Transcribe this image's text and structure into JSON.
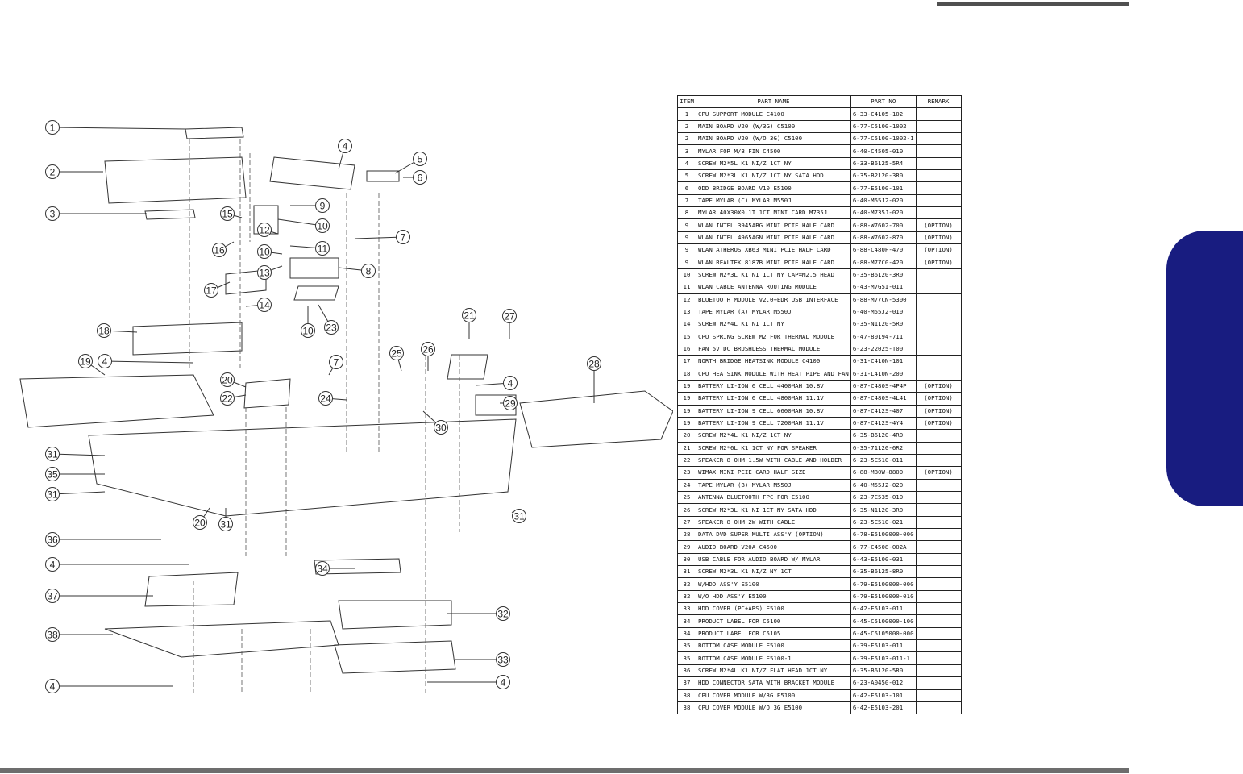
{
  "table": {
    "headers": [
      "ITEM",
      "PART  NAME",
      "PART  NO",
      "REMARK"
    ],
    "rows": [
      [
        "1",
        "CPU SUPPORT MODULE C4100",
        "6-33-C4105-102",
        ""
      ],
      [
        "2",
        "MAIN BOARD V20 (W/3G) C5100",
        "6-77-C5100-1002",
        ""
      ],
      [
        "2",
        "MAIN BOARD V20 (W/O 3G) C5100",
        "6-77-C5100-1002-1",
        ""
      ],
      [
        "3",
        "MYLAR FOR M/B FIN C4500",
        "6-40-C4505-010",
        ""
      ],
      [
        "4",
        "SCREW M2*5L K1 NI/Z 1CT NY",
        "6-33-B6125-5R4",
        ""
      ],
      [
        "5",
        "SCREW M2*3L K1 NI/Z 1CT NY SATA HDD",
        "6-35-B2120-3R0",
        ""
      ],
      [
        "6",
        "ODD BRIDGE BOARD V10 E5100",
        "6-77-E5100-101",
        ""
      ],
      [
        "7",
        "TAPE MYLAR (C) MYLAR M550J",
        "6-40-M55J2-020",
        ""
      ],
      [
        "8",
        "MYLAR 40X30X0.1T 1CT MINI CARD M735J",
        "6-40-M735J-020",
        ""
      ],
      [
        "9",
        "WLAN INTEL 3945ABG MINI PCIE HALF CARD",
        "6-88-W7602-700",
        "(OPTION)"
      ],
      [
        "9",
        "WLAN INTEL 4965AGN MINI PCIE HALF CARD",
        "6-88-W7602-870",
        "(OPTION)"
      ],
      [
        "9",
        "WLAN ATHEROS XB63 MINI PCIE HALF CARD",
        "6-88-C480P-470",
        "(OPTION)"
      ],
      [
        "9",
        "WLAN REALTEK 8187B MINI PCIE HALF CARD",
        "6-88-M77C0-420",
        "(OPTION)"
      ],
      [
        "10",
        "SCREW M2*3L K1 NI 1CT NY CAP=M2.5 HEAD",
        "6-35-B6120-3R0",
        ""
      ],
      [
        "11",
        "WLAN CABLE ANTENNA ROUTING MODULE",
        "6-43-M7G5I-011",
        ""
      ],
      [
        "12",
        "BLUETOOTH MODULE V2.0+EDR USB INTERFACE",
        "6-88-M77CN-5300",
        ""
      ],
      [
        "13",
        "TAPE MYLAR (A) MYLAR M550J",
        "6-40-M55J2-010",
        ""
      ],
      [
        "14",
        "SCREW M2*4L K1 NI 1CT NY",
        "6-35-N1120-5R0",
        ""
      ],
      [
        "15",
        "CPU SPRING SCREW M2 FOR THERMAL MODULE",
        "6-47-80194-711",
        ""
      ],
      [
        "16",
        "FAN 5V DC BRUSHLESS THERMAL MODULE",
        "6-23-22025-T00",
        ""
      ],
      [
        "17",
        "NORTH BRIDGE HEATSINK MODULE C4100",
        "6-31-C410N-101",
        ""
      ],
      [
        "18",
        "CPU HEATSINK MODULE WITH HEAT PIPE AND FAN",
        "6-31-L410N-200",
        ""
      ],
      [
        "19",
        "BATTERY LI-ION 6 CELL 4400MAH 10.8V",
        "6-87-C480S-4P4P",
        "(OPTION)"
      ],
      [
        "19",
        "BATTERY LI-ION 6 CELL 4800MAH 11.1V",
        "6-87-C480S-4L41",
        "(OPTION)"
      ],
      [
        "19",
        "BATTERY LI-ION 9 CELL 6600MAH 10.8V",
        "6-87-C412S-407",
        "(OPTION)"
      ],
      [
        "19",
        "BATTERY LI-ION 9 CELL 7200MAH 11.1V",
        "6-87-C412S-4Y4",
        "(OPTION)"
      ],
      [
        "20",
        "SCREW M2*4L K1 NI/Z 1CT NY",
        "6-35-B6120-4R0",
        ""
      ],
      [
        "21",
        "SCREW M2*6L K1 1CT NY FOR SPEAKER",
        "6-35-71120-6R2",
        ""
      ],
      [
        "22",
        "SPEAKER 8 OHM 1.5W WITH CABLE AND HOLDER",
        "6-23-5E510-011",
        ""
      ],
      [
        "23",
        "WIMAX MINI PCIE CARD HALF SIZE",
        "6-88-M80W-8800",
        "(OPTION)"
      ],
      [
        "24",
        "TAPE MYLAR (B) MYLAR M550J",
        "6-40-M55J2-020",
        ""
      ],
      [
        "25",
        "ANTENNA BLUETOOTH FPC FOR E5100",
        "6-23-7C535-010",
        ""
      ],
      [
        "26",
        "SCREW M2*3L K1 NI 1CT NY SATA HDD",
        "6-35-N1120-3R0",
        ""
      ],
      [
        "27",
        "SPEAKER 8 OHM 2W WITH CABLE",
        "6-23-5E510-021",
        ""
      ],
      [
        "28",
        "DATA DVD SUPER MULTI ASS'Y (OPTION)",
        "6-78-E5100000-000",
        ""
      ],
      [
        "29",
        "AUDIO BOARD V20A C4500",
        "6-77-C4508-002A",
        ""
      ],
      [
        "30",
        "USB CABLE FOR AUDIO BOARD W/ MYLAR",
        "6-43-E5100-031",
        ""
      ],
      [
        "31",
        "SCREW M2*3L K1 NI/Z NY 1CT",
        "6-35-B6125-8R0",
        ""
      ],
      [
        "32",
        "W/HDD ASS'Y E5100",
        "6-79-E5100000-000",
        ""
      ],
      [
        "32",
        "W/O HDD ASS'Y E5100",
        "6-79-E5100000-010",
        ""
      ],
      [
        "33",
        "HDD COVER (PC+ABS) E5100",
        "6-42-E5103-011",
        ""
      ],
      [
        "34",
        "PRODUCT LABEL FOR C5100",
        "6-45-C5100000-100",
        ""
      ],
      [
        "34",
        "PRODUCT LABEL FOR C5105",
        "6-45-C5105000-000",
        ""
      ],
      [
        "35",
        "BOTTOM CASE MODULE E5100",
        "6-39-E5103-011",
        ""
      ],
      [
        "35",
        "BOTTOM CASE MODULE E5100-1",
        "6-39-E5103-011-1",
        ""
      ],
      [
        "36",
        "SCREW M2*4L K1 NI/Z FLAT HEAD 1CT NY",
        "6-35-B6120-5R0",
        ""
      ],
      [
        "37",
        "HDD CONNECTOR SATA WITH BRACKET MODULE",
        "6-23-A0450-012",
        ""
      ],
      [
        "38",
        "CPU COVER MODULE W/3G E5100",
        "6-42-E5103-101",
        ""
      ],
      [
        "38",
        "CPU COVER MODULE W/O 3G E5100",
        "6-42-E5103-201",
        ""
      ]
    ]
  },
  "callouts": [
    {
      "n": "1"
    },
    {
      "n": "2"
    },
    {
      "n": "3"
    },
    {
      "n": "4"
    },
    {
      "n": "5"
    },
    {
      "n": "6"
    },
    {
      "n": "9"
    },
    {
      "n": "10"
    },
    {
      "n": "12"
    },
    {
      "n": "11"
    },
    {
      "n": "7"
    },
    {
      "n": "15"
    },
    {
      "n": "16"
    },
    {
      "n": "10"
    },
    {
      "n": "13"
    },
    {
      "n": "8"
    },
    {
      "n": "17"
    },
    {
      "n": "14"
    },
    {
      "n": "10"
    },
    {
      "n": "23"
    },
    {
      "n": "18"
    },
    {
      "n": "19"
    },
    {
      "n": "4"
    },
    {
      "n": "21"
    },
    {
      "n": "27"
    },
    {
      "n": "7"
    },
    {
      "n": "25"
    },
    {
      "n": "26"
    },
    {
      "n": "20"
    },
    {
      "n": "22"
    },
    {
      "n": "24"
    },
    {
      "n": "4"
    },
    {
      "n": "29"
    },
    {
      "n": "28"
    },
    {
      "n": "30"
    },
    {
      "n": "31"
    },
    {
      "n": "35"
    },
    {
      "n": "31"
    },
    {
      "n": "20"
    },
    {
      "n": "31"
    },
    {
      "n": "31"
    },
    {
      "n": "36"
    },
    {
      "n": "4"
    },
    {
      "n": "34"
    },
    {
      "n": "37"
    },
    {
      "n": "32"
    },
    {
      "n": "38"
    },
    {
      "n": "33"
    },
    {
      "n": "4"
    },
    {
      "n": "4"
    }
  ],
  "colors": {
    "side_tab": "#181c80",
    "top_bar": "#505050",
    "bottom_bar": "#6d6d6d",
    "line": "#333333"
  }
}
